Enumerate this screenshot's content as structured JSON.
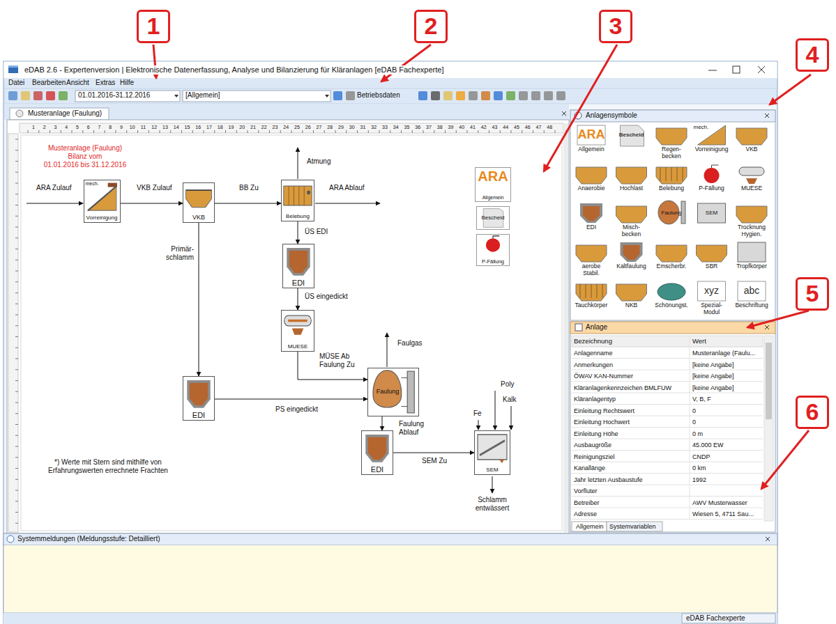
{
  "diagram": {
    "nodes": [
      {
        "text": [
          "1"
        ]
      },
      {
        "text": [
          "2"
        ]
      },
      {
        "text": [
          "3"
        ]
      },
      {
        "text": [
          "4"
        ]
      },
      {
        "text": [
          "5"
        ]
      },
      {
        "text": [
          "6"
        ]
      },
      {
        "text": [
          "mech.",
          "Vorreinigung"
        ]
      },
      {
        "text": [
          "VKB"
        ]
      },
      {
        "text": [
          "Belebung"
        ]
      },
      {
        "text": [
          "EDI"
        ]
      },
      {
        "text": [
          "MUESE"
        ]
      },
      {
        "text": [
          "EDI"
        ]
      },
      {
        "text": [
          "Faulung"
        ]
      },
      {
        "text": [
          "EDI"
        ]
      },
      {
        "text": [
          "SEM"
        ]
      },
      {
        "text": [
          "ARA",
          "Allgemein"
        ]
      },
      {
        "text": [
          "Bescheid"
        ]
      },
      {
        "text": [
          "P-Fällung"
        ]
      }
    ],
    "edges": [
      {
        "from": 6,
        "to": 7,
        "label": "VKB Zulauf",
        "arrow": "to"
      },
      {
        "from": 7,
        "to": 8,
        "label": "BB Zu",
        "arrow": "to"
      },
      {
        "from": 8,
        "to": 9,
        "label": "ÜS EDI",
        "arrow": "to"
      },
      {
        "from": 9,
        "to": 10,
        "label": "ÜS eingedickt",
        "arrow": "to"
      },
      {
        "from": 10,
        "to": 12,
        "label": "MÜSE Ab Faulung Zu",
        "arrow": "to"
      },
      {
        "from": 7,
        "to": 11,
        "label": "Primär- schlamm",
        "arrow": "to"
      },
      {
        "from": 11,
        "to": 12,
        "label": "PS eingedickt",
        "arrow": "to"
      },
      {
        "from": 12,
        "to": 13,
        "label": "Faulung Ablauf",
        "arrow": "to"
      },
      {
        "from": 13,
        "to": 14,
        "label": "SEM Zu",
        "arrow": "to"
      }
    ],
    "labels": [
      "eDAB 2.6 - Expertenversion | Elektronische Datenerfassung, Analyse und Bilanzierung für Kläranlagen [eDAB Fachexperte]",
      "Datei",
      "Bearbeiten",
      "Ansicht",
      "Extras",
      "Hilfe",
      "01.01.2016-31.12.2016",
      "[Allgemein]",
      "Betriebsdaten",
      "Musteranlage (Faulung)",
      "1",
      "2",
      "3",
      "4",
      "5",
      "6",
      "7",
      "8",
      "9",
      "10",
      "11",
      "12",
      "13",
      "14",
      "15",
      "16",
      "17",
      "18",
      "19",
      "20",
      "21",
      "22",
      "23",
      "24",
      "25",
      "26",
      "27",
      "28",
      "29",
      "30",
      "31",
      "32",
      "33",
      "34",
      "35",
      "36",
      "37",
      "38",
      "39",
      "40",
      "41",
      "42",
      "43",
      "44",
      "45",
      "46",
      "47",
      "48",
      "Musteranlage (Faulung)",
      "Bilanz vom",
      "01.01.2016 bis 31.12.2016",
      "ARA Zulauf",
      "Atmung",
      "ARA Ablauf",
      "Faulgas",
      "Fe",
      "Poly",
      "Kalk",
      "Schlamm entwässert",
      "*) Werte mit Stern sind mithilfe von Erfahrungswerten errechnete Frachten",
      "Anlagensymbole",
      "ARA",
      "Allgemein",
      "Bescheid",
      "Regen- becken",
      "mech.",
      "Vorreinigung",
      "VKB",
      "Anaerobie",
      "Hochlast",
      "Belebung",
      "P-Fällung",
      "MUESE",
      "EDI",
      "Misch- becken",
      "Faulung",
      "SEM",
      "Trocknung Hygien.",
      "aerobe Stabil.",
      "Kaltfaulung",
      "Emscherbr.",
      "SBR",
      "Tropfkörper",
      "Tauchkörper",
      "NKB",
      "Schönungst.",
      "xyz",
      "Spezial- Modul",
      "abc",
      "Beschriftung",
      "Anlage",
      "Bezeichnung",
      "Wert",
      "Anlagenname",
      "Musteranlage (Faulu...",
      "Anmerkungen",
      "[keine Angabe]",
      "ÖWAV KAN-Nummer",
      "[keine Angabe]",
      "Kläranlagenkennzeichen BMLFUW",
      "[keine Angabe]",
      "Kläranlagentyp",
      "V, B, F",
      "Einleitung Rechtswert",
      "0",
      "Einleitung Hochwert",
      "0",
      "Einleitung Höhe",
      "0 m",
      "Ausbaugröße",
      "45.000 EW",
      "Reinigungsziel",
      "CNDP",
      "Kanallänge",
      "0 km",
      "Jahr letzten Ausbaustufe",
      "1992",
      "Vorfluter",
      "Betreiber",
      "AWV Musterwasser",
      "Adresse",
      "Wiesen 5, 4711 Sau...",
      "Allgemein",
      "Systemvariablen",
      "Systemmeldungen (Meldungsstufe: Detailliert)",
      "eDAB Fachexperte"
    ]
  }
}
